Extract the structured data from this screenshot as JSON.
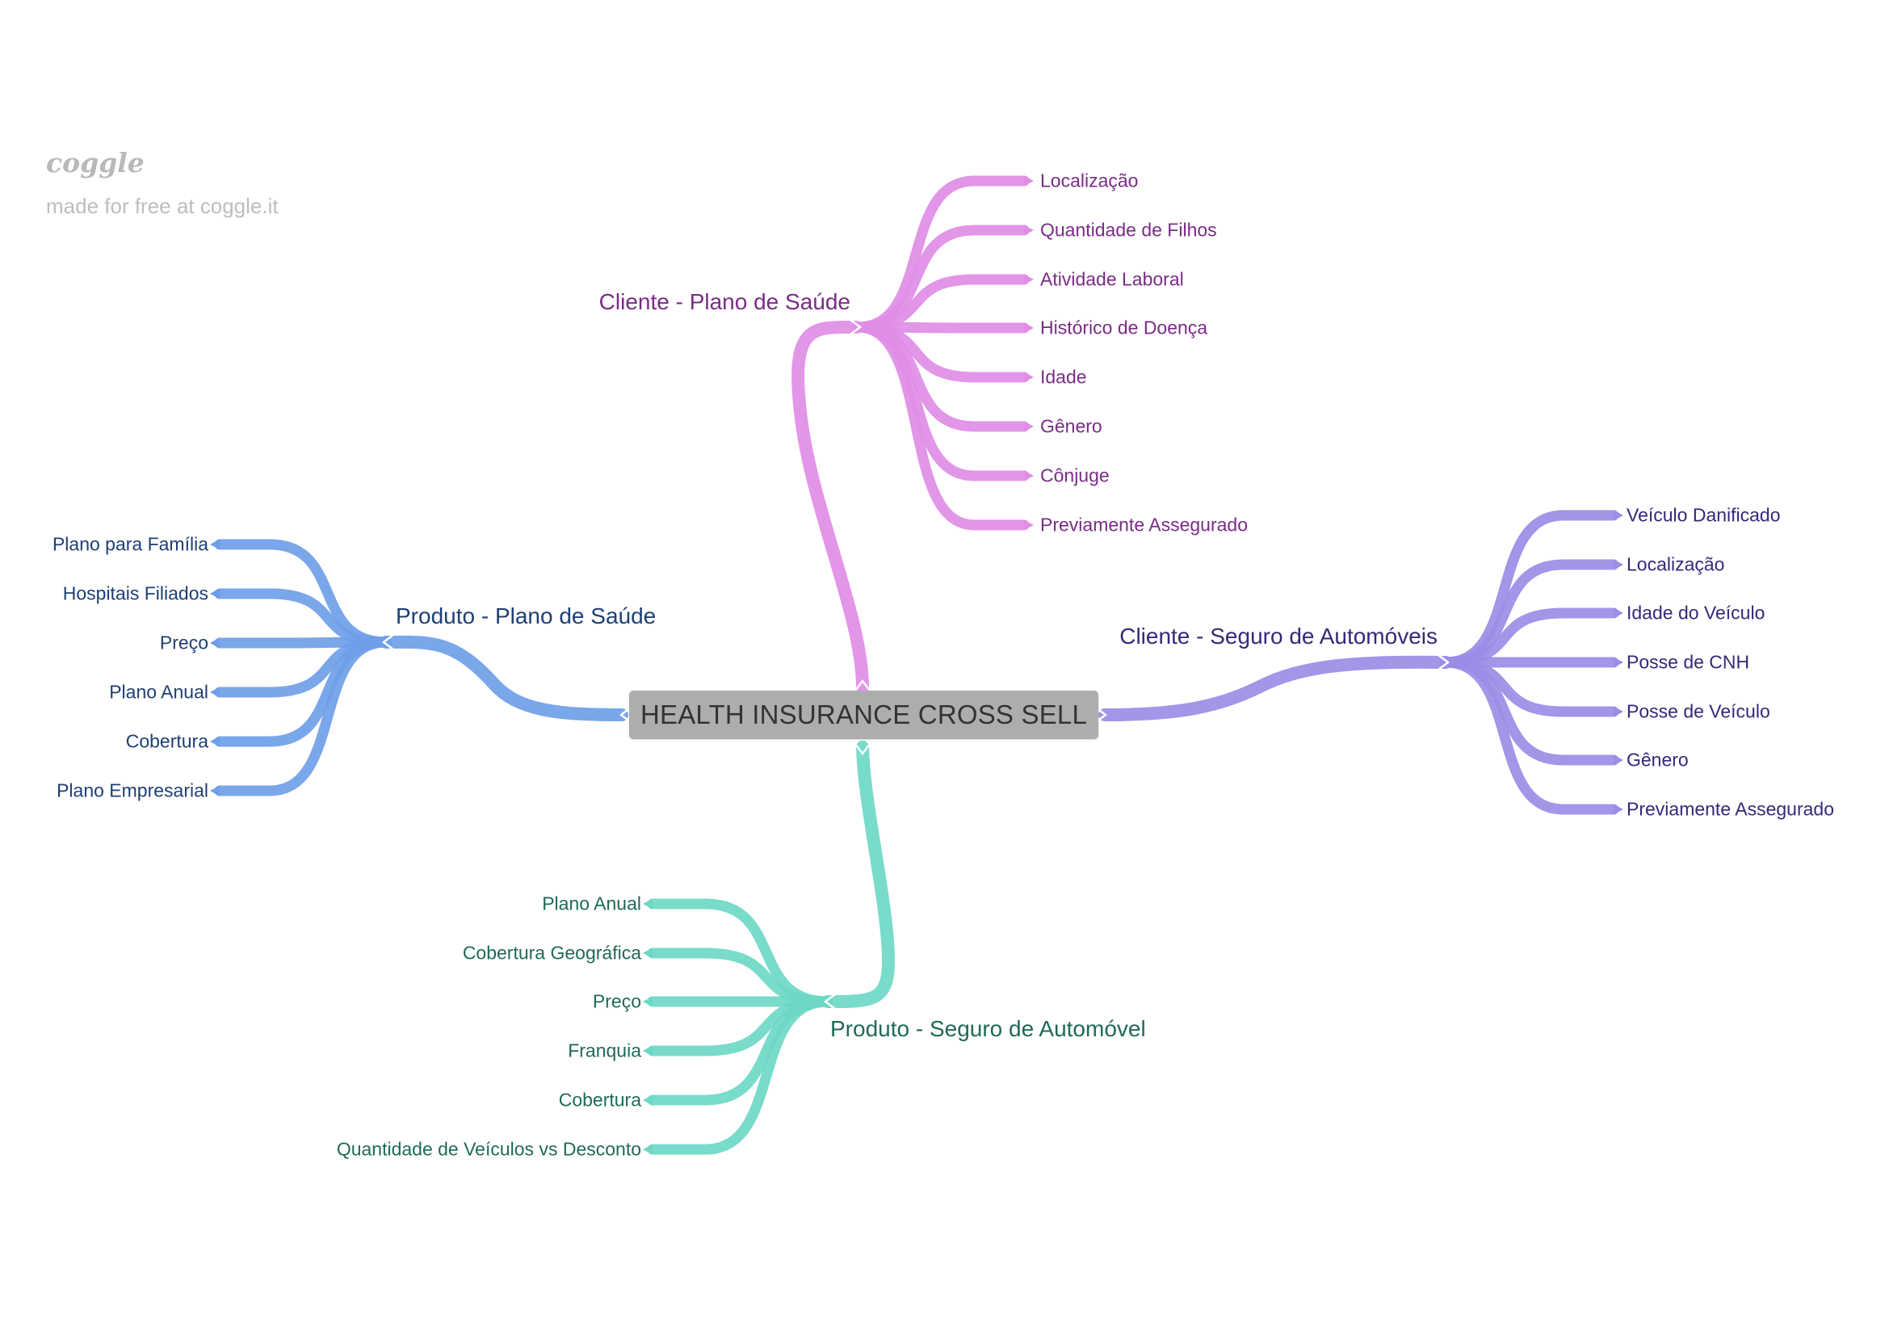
{
  "logo": {
    "brand": "coggle",
    "tagline": "made for free at coggle.it"
  },
  "root": {
    "label": "HEALTH INSURANCE CROSS SELL"
  },
  "branches": [
    {
      "id": "cliente-plano-saude",
      "label": "Cliente - Plano de Saúde",
      "color": "#e08de6",
      "text_color": "#7a2c86",
      "children": [
        "Localização",
        "Quantidade de Filhos",
        "Atividade Laboral",
        "Histórico de Doença",
        "Idade",
        "Gênero",
        "Cônjuge",
        "Previamente Assegurado"
      ]
    },
    {
      "id": "produto-plano-saude",
      "label": "Produto - Plano de Saúde",
      "color": "#6f9ee8",
      "text_color": "#1f3f73",
      "children": [
        "Plano para Família",
        "Hospitais Filiados",
        "Preço",
        "Plano Anual",
        "Cobertura",
        "Plano Empresarial"
      ]
    },
    {
      "id": "cliente-seguro-automoveis",
      "label": "Cliente - Seguro de Automóveis",
      "color": "#9b8ce6",
      "text_color": "#34297a",
      "children": [
        "Veículo Danificado",
        "Localização",
        "Idade do Veículo",
        "Posse de CNH",
        "Posse de Veículo",
        "Gênero",
        "Previamente Assegurado"
      ]
    },
    {
      "id": "produto-seguro-automovel",
      "label": "Produto - Seguro de Automóvel",
      "color": "#6ed8c4",
      "text_color": "#1f6a58",
      "children": [
        "Plano Anual",
        "Cobertura Geográfica",
        "Preço",
        "Franquia",
        "Cobertura",
        "Quantidade de Veículos vs Desconto"
      ]
    }
  ]
}
